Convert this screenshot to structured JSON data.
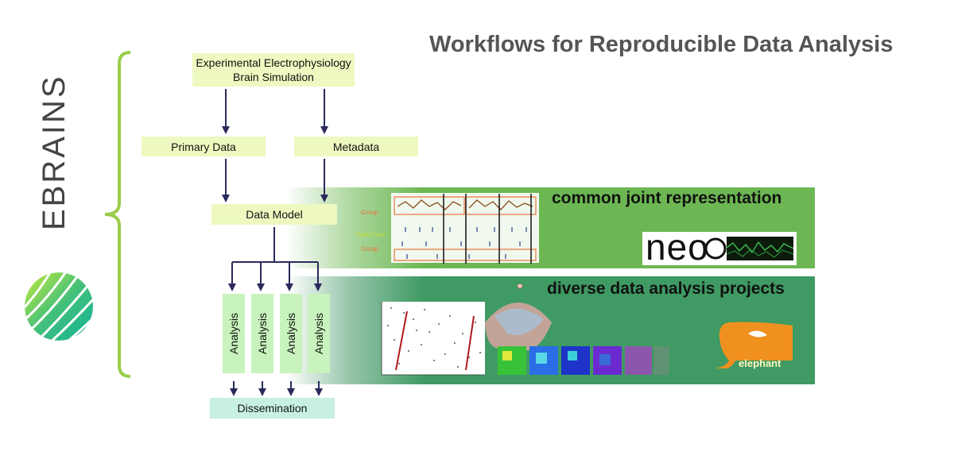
{
  "title": "Workflows for Reproducible Data Analysis",
  "brand": "EBRAINS",
  "boxes": {
    "source_line1": "Experimental Electrophysiology",
    "source_line2": "Brain Simulation",
    "primary_data": "Primary Data",
    "metadata": "Metadata",
    "data_model": "Data Model",
    "dissemination": "Dissemination"
  },
  "analysis_labels": [
    "Analysis",
    "Analysis",
    "Analysis",
    "Analysis"
  ],
  "bands": {
    "representation": "common joint representation",
    "projects": "diverse data analysis projects"
  },
  "figure_labels": {
    "group_top": "Group",
    "spiketrain": "SpikeTrain",
    "group_bottom": "Group"
  },
  "logos": {
    "neo": "neo",
    "elephant": "elephant"
  },
  "colors": {
    "box_fill": "#edf9c0",
    "analysis_fill": "#c8f3bd",
    "dissemination_fill": "#c7f0e0",
    "arrow": "#2b2a5c",
    "bracket": "#9acd4a",
    "band_representation": "#6cb753",
    "band_projects": "#3f9a63",
    "elephant_orange": "#f0901f"
  }
}
